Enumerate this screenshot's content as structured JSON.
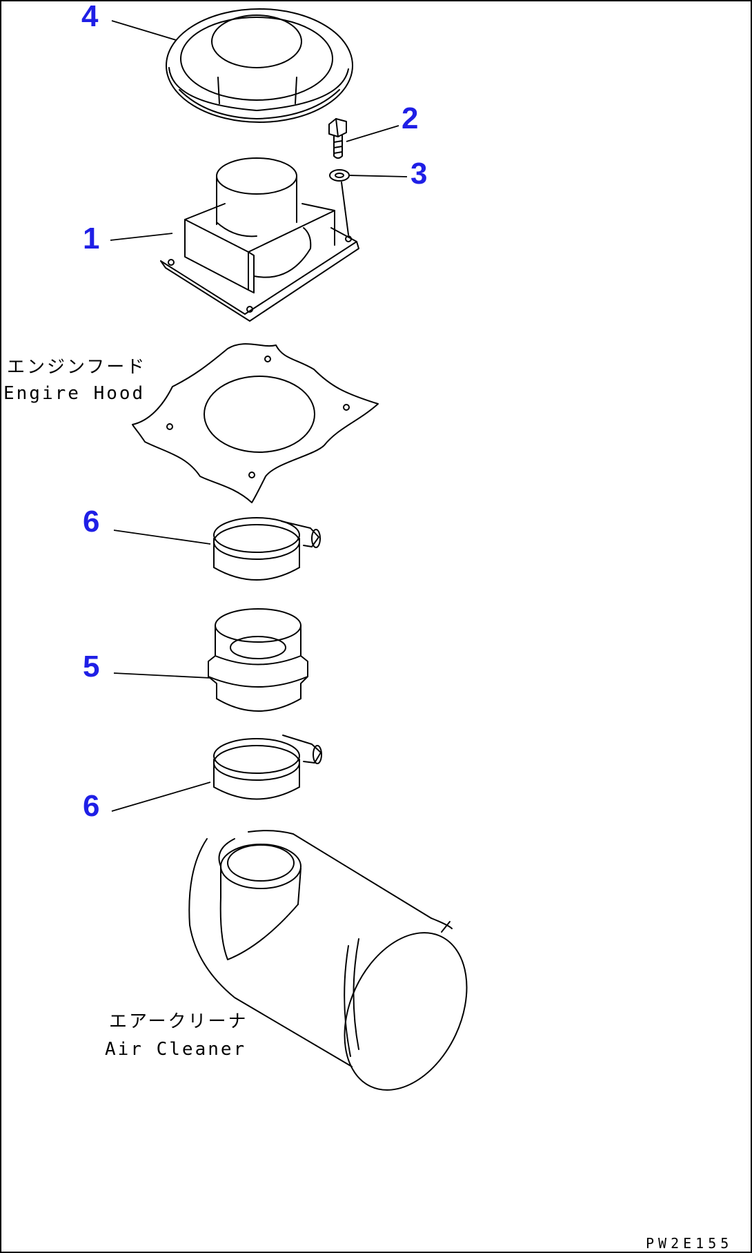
{
  "colors": {
    "callout": "#1f1fe6",
    "line": "#000000",
    "background": "#ffffff"
  },
  "callouts": {
    "c1": "1",
    "c2": "2",
    "c3": "3",
    "c4": "4",
    "c5": "5",
    "c6_upper": "6",
    "c6_lower": "6"
  },
  "labels": {
    "engine_hood_jp": "エンジンフード",
    "engine_hood_en": "Engire Hood",
    "air_cleaner_jp": "エアークリーナ",
    "air_cleaner_en": "Air Cleaner"
  },
  "drawing_code": "PW2E155"
}
